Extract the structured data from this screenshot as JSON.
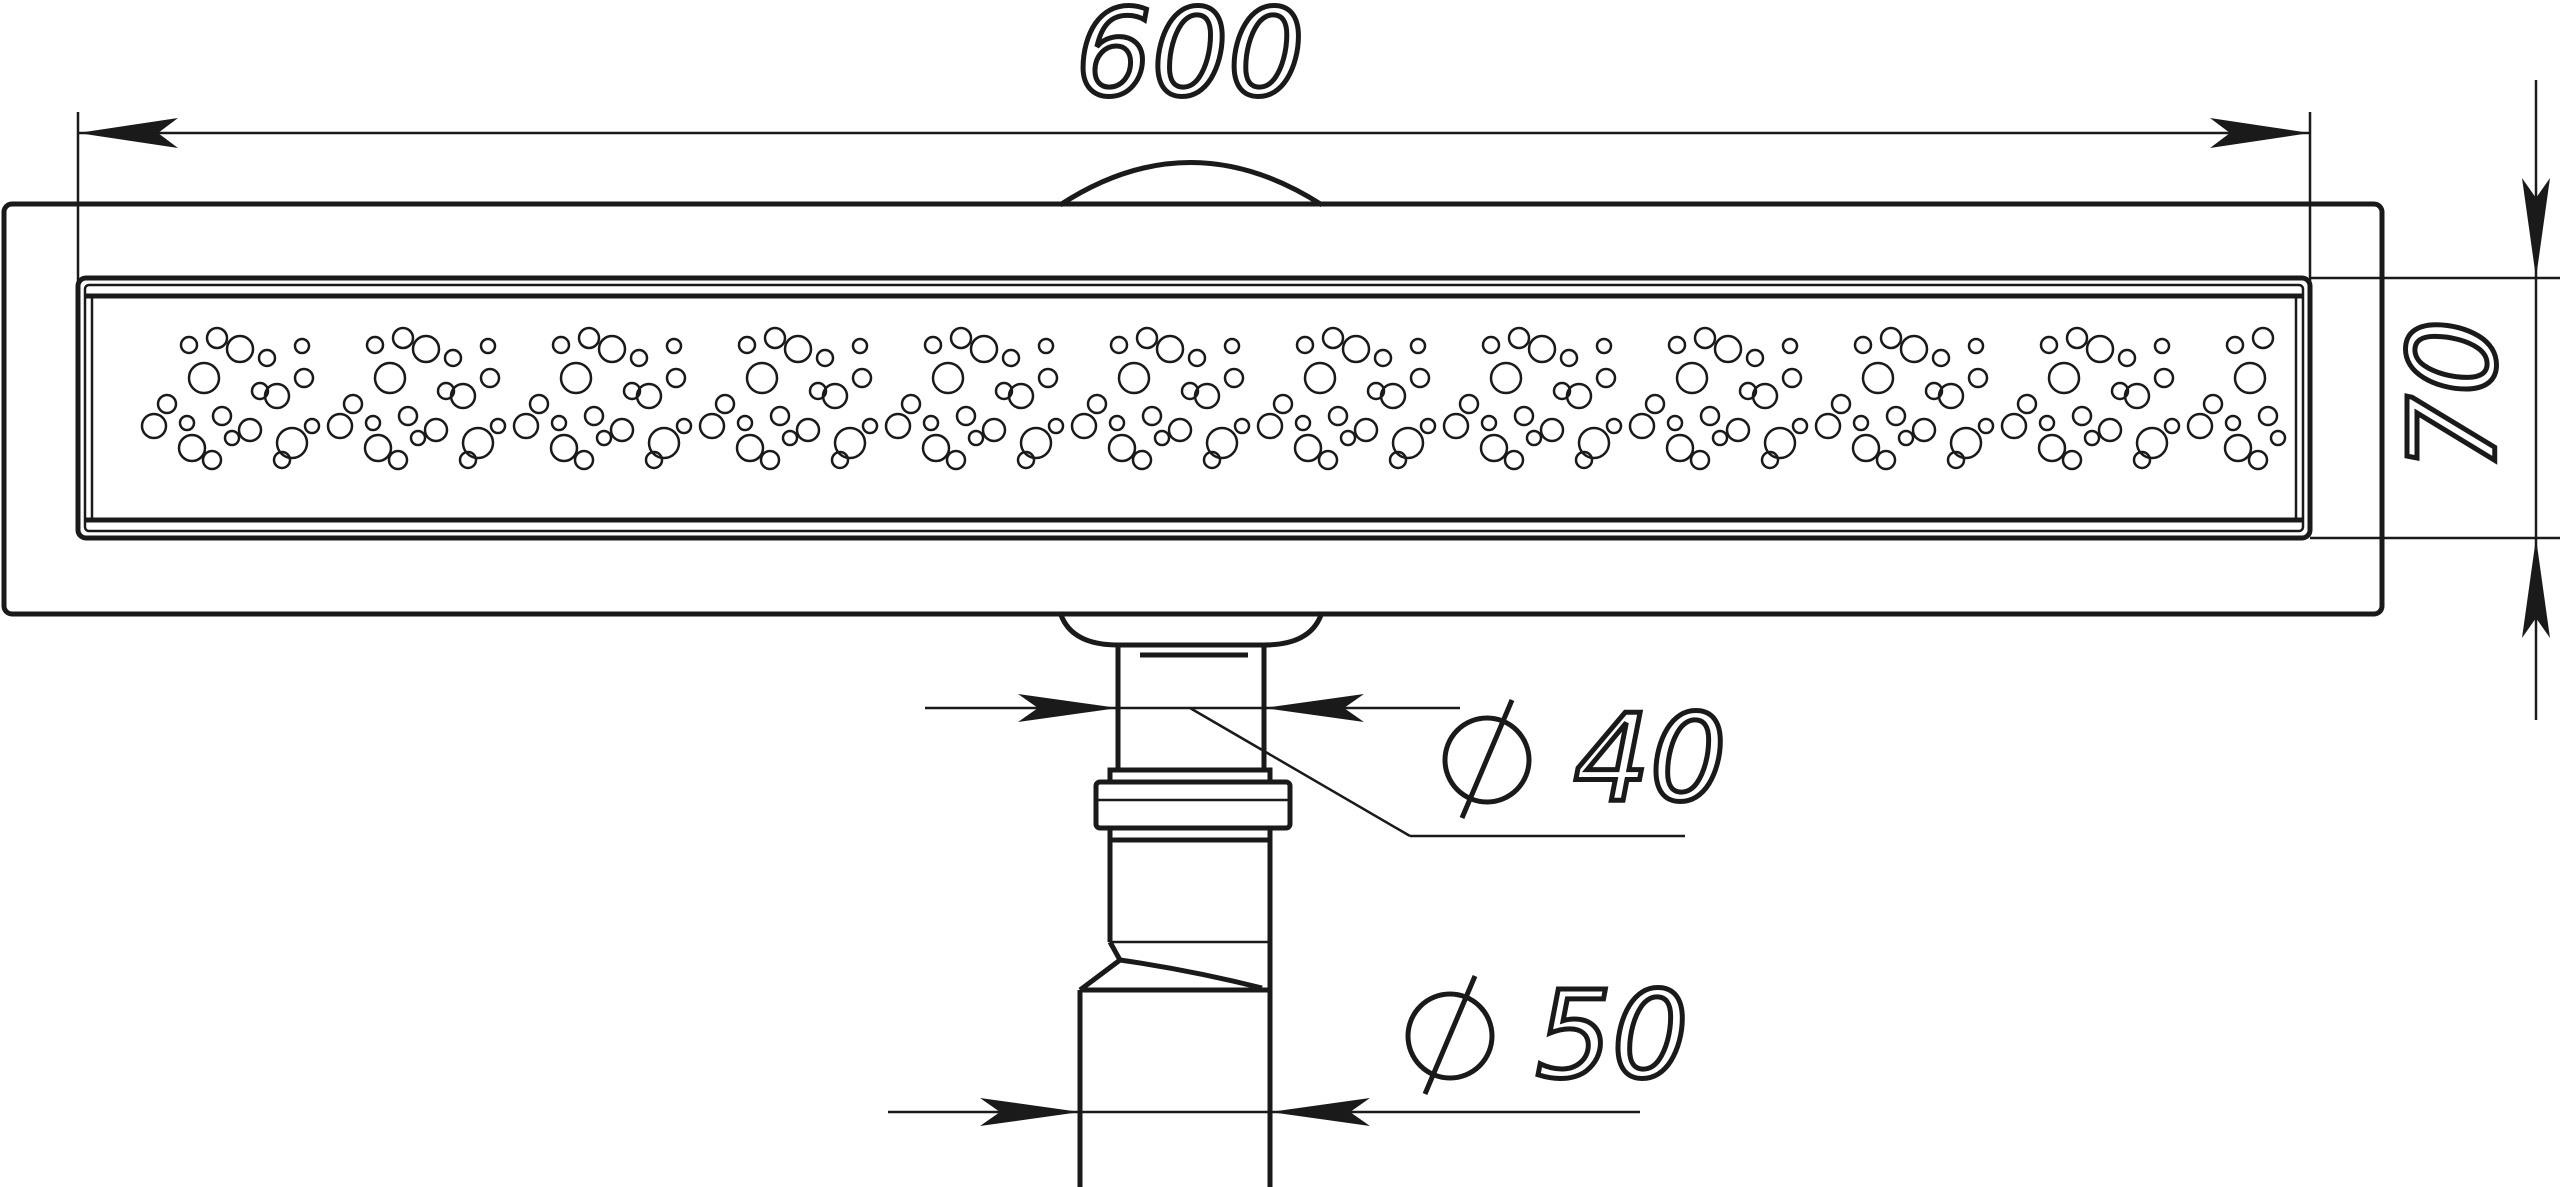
{
  "diagram": {
    "labels": {
      "length": "600",
      "width": "70",
      "outlet_diameter": "40",
      "pipe_diameter": "50",
      "diameter_symbol": "Ø"
    },
    "colors": {
      "line": "#1a1a1a",
      "background": "#ffffff"
    }
  }
}
